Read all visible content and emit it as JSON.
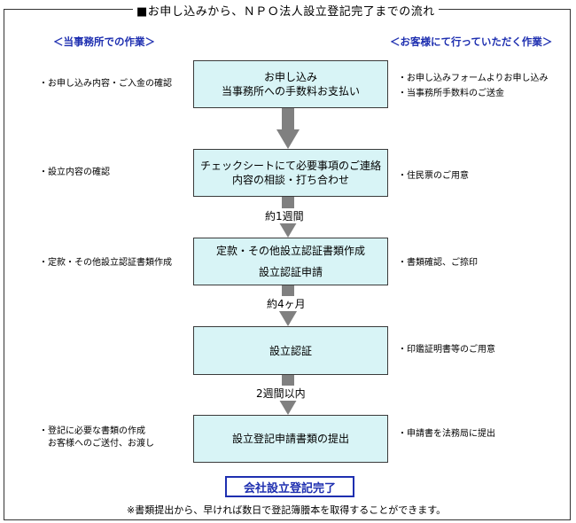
{
  "title": "■お申し込みから、ＮＰＯ法人設立登記完了までの流れ",
  "left_heading": "＜当事務所での作業＞",
  "right_heading": "＜お客様にて行っていただく作業＞",
  "steps": [
    {
      "lines": [
        "お申し込み",
        "当事務所への手数料お支払い"
      ],
      "left_notes": [
        "・お申し込み内容・ご入金の確認"
      ],
      "right_notes": [
        "・お申し込みフォームよりお申し込み",
        "・当事務所手数料のご送金"
      ]
    },
    {
      "lines": [
        "チェックシートにて必要事項のご連絡",
        "内容の相談・打ち合わせ"
      ],
      "left_notes": [
        "・設立内容の確認"
      ],
      "right_notes": [
        "・住民票のご用意"
      ]
    },
    {
      "lines": [
        "定款・その他設立認証書類作成",
        "",
        "設立認証申請"
      ],
      "left_notes": [
        "・定款・その他設立認証書類作成"
      ],
      "right_notes": [
        "・書類確認、ご捺印"
      ]
    },
    {
      "lines": [
        "設立認証"
      ],
      "left_notes": [],
      "right_notes": [
        "・印鑑証明書等のご用意"
      ]
    },
    {
      "lines": [
        "設立登記申請書類の提出"
      ],
      "left_notes": [
        "・登記に必要な書類の作成",
        "　お客様へのご送付、お渡し"
      ],
      "right_notes": [
        "・申請書を法務局に提出"
      ]
    }
  ],
  "intervals": [
    "",
    "約1週間",
    "約4ヶ月",
    "2週間以内"
  ],
  "completion": "会社設立登記完了",
  "footnote": "※書類提出から、早ければ数日で登記簿謄本を取得することができます。"
}
